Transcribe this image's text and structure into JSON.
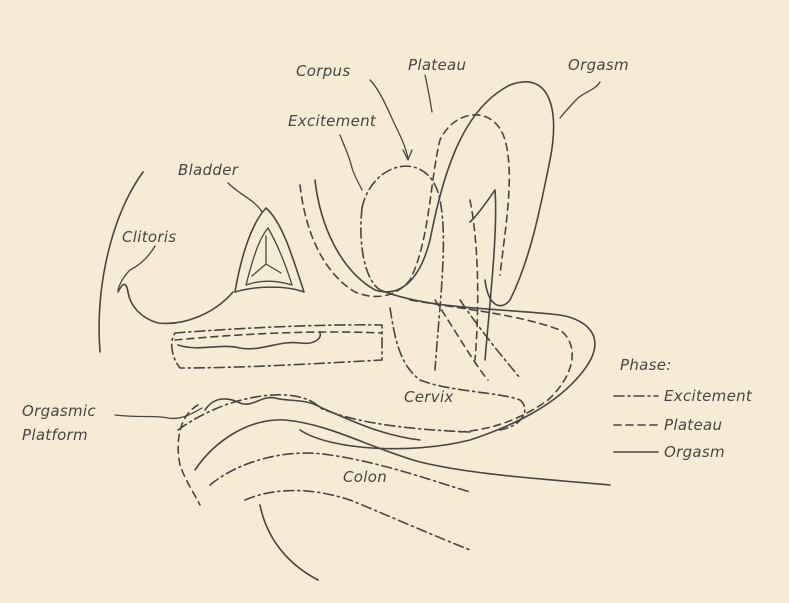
{
  "labels": {
    "corpus": "Corpus",
    "plateau": "Plateau",
    "orgasm": "Orgasm",
    "excitement": "Excitement",
    "bladder": "Bladder",
    "clitoris": "Clitoris",
    "cervix": "Cervix",
    "orgasmic_platform_line1": "Orgasmic",
    "orgasmic_platform_line2": "Platform",
    "colon": "Colon"
  },
  "legend": {
    "title": "Phase:",
    "items": [
      {
        "label": "Excitement",
        "style": "dash-dot"
      },
      {
        "label": "Plateau",
        "style": "dashed"
      },
      {
        "label": "Orgasm",
        "style": "solid"
      }
    ]
  },
  "colors": {
    "background": "#f6ecd6",
    "ink": "#4a4540"
  }
}
